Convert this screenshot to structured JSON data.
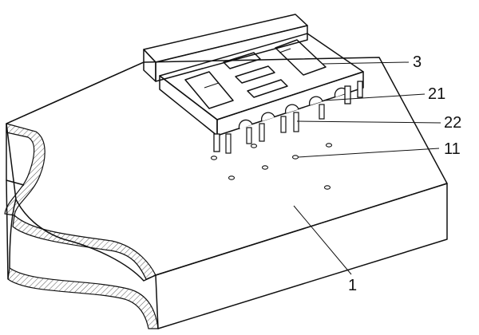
{
  "figure": {
    "labels": {
      "part_3": "3",
      "part_21": "21",
      "part_22": "22",
      "part_11": "11",
      "part_1": "1"
    }
  }
}
